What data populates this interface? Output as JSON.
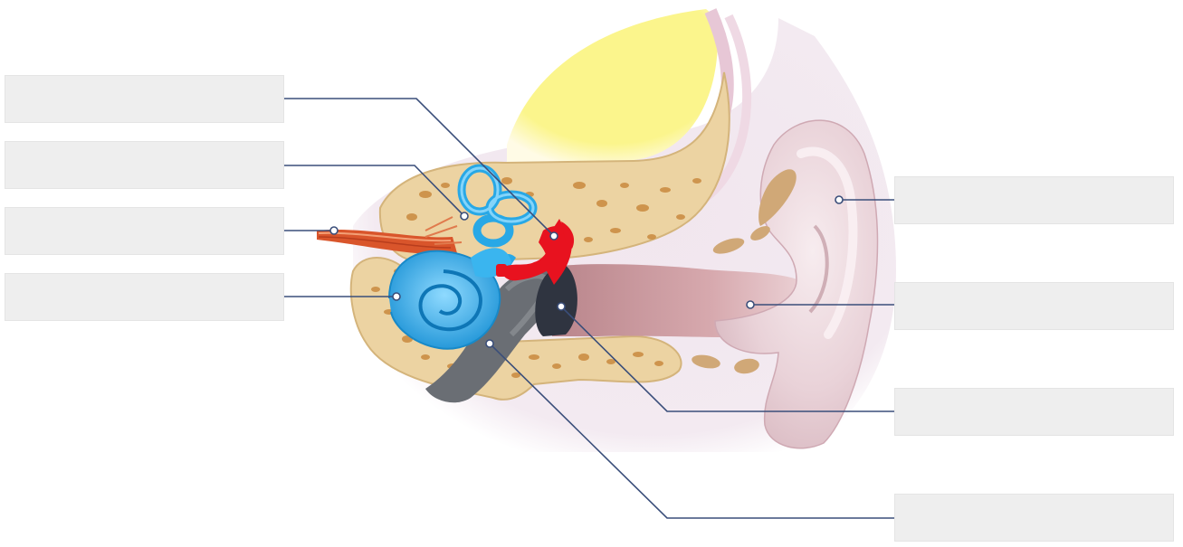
{
  "diagram": {
    "subject": "ear-anatomy-cross-section",
    "colors": {
      "bone": "#ecd3a2",
      "bone_pores": "#c98a3f",
      "cartilage": "#d0a877",
      "brain": "#fbf58c",
      "skin_tissue": "#f0e4ec",
      "outer_ear": "#e8ccd3",
      "canal": "#cf9ea4",
      "inner_ear": "#28a8e6",
      "ossicles": "#e8121f",
      "eardrum": "#2f3440",
      "eustachian_tube": "#6a6e74",
      "nerve": "#d9552b",
      "leader_line": "#3a4e7a",
      "label_box": "#eeeeee"
    },
    "labels": [
      {
        "id": "ossicles",
        "text": ""
      },
      {
        "id": "semicircular-canals",
        "text": ""
      },
      {
        "id": "auditory-nerve",
        "text": ""
      },
      {
        "id": "cochlea",
        "text": ""
      },
      {
        "id": "pinna",
        "text": ""
      },
      {
        "id": "ear-canal",
        "text": ""
      },
      {
        "id": "eardrum",
        "text": ""
      },
      {
        "id": "eustachian-tube",
        "text": ""
      }
    ]
  }
}
